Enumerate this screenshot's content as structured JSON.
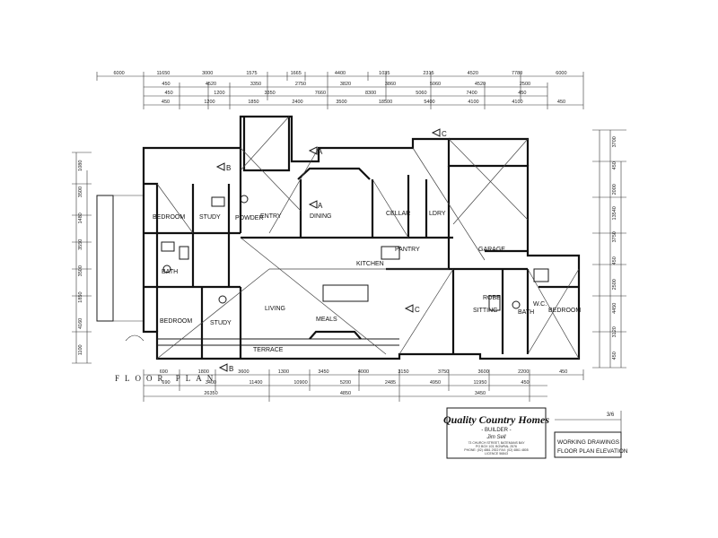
{
  "plan_label": "FLOOR PLAN",
  "rooms": [
    {
      "key": "bedroom1",
      "label": "BEDROOM"
    },
    {
      "key": "study1",
      "label": "STUDY"
    },
    {
      "key": "powder",
      "label": "POWDER"
    },
    {
      "key": "entry",
      "label": "ENTRY"
    },
    {
      "key": "dining",
      "label": "DINING"
    },
    {
      "key": "cellar",
      "label": "CELLAR"
    },
    {
      "key": "ldry",
      "label": "LDRY"
    },
    {
      "key": "garage",
      "label": "GARAGE"
    },
    {
      "key": "bath1",
      "label": "BATH"
    },
    {
      "key": "kitchen",
      "label": "KITCHEN"
    },
    {
      "key": "pantry",
      "label": "PANTRY"
    },
    {
      "key": "bedroom2",
      "label": "BEDROOM"
    },
    {
      "key": "study2",
      "label": "STUDY"
    },
    {
      "key": "living",
      "label": "LIVING"
    },
    {
      "key": "meals",
      "label": "MEALS"
    },
    {
      "key": "terrace",
      "label": "TERRACE"
    },
    {
      "key": "sitting",
      "label": "SITTING"
    },
    {
      "key": "bath2",
      "label": "BATH"
    },
    {
      "key": "wc",
      "label": "W.C."
    },
    {
      "key": "bedroom3",
      "label": "BEDROOM"
    },
    {
      "key": "robe",
      "label": "ROBE"
    }
  ],
  "section_marks": [
    "A",
    "A",
    "B",
    "B",
    "C",
    "C"
  ],
  "top_dims": {
    "row1": [
      "6000",
      "11650",
      "3000",
      "1575",
      "1665",
      "4400",
      "1035",
      "2315",
      "4520",
      "7780",
      "6000"
    ],
    "row2": [
      "450",
      "4520",
      "3350",
      "2750",
      "3820",
      "3860",
      "5060",
      "4520",
      "2500"
    ],
    "row3": [
      "450",
      "1200",
      "3350",
      "7660",
      "8300",
      "5060",
      "7400",
      "450"
    ],
    "row4": [
      "450",
      "1200",
      "1850",
      "2400",
      "3500",
      "18500",
      "5400",
      "4100",
      "4100",
      "450"
    ]
  },
  "bottom_dims": {
    "row1": [
      "690",
      "1800",
      "3600",
      "1300",
      "3450",
      "4000",
      "3150",
      "3750",
      "3600",
      "2200",
      "450"
    ],
    "row2": [
      "690",
      "3400",
      "11400",
      "10900",
      "5200",
      "2485",
      "4950",
      "11950",
      "450"
    ],
    "row3": [
      "26350",
      "4850",
      "3450"
    ]
  },
  "side_dims": {
    "left": [
      "1080",
      "3500",
      "1480",
      "3550",
      "3500",
      "1850",
      "4160",
      "1100"
    ],
    "right": [
      "3700",
      "450",
      "2000",
      "13540",
      "3750",
      "450",
      "2500",
      "4450",
      "3120",
      "450"
    ]
  },
  "title_block": {
    "company": "Quality Country Homes",
    "role": "- BUILDER -",
    "builder": "Jim Sell",
    "address_1": "73 CHURCH STREET, BATEMANS BAY",
    "address_2": "PO BOX 103, BOWRAL 2576",
    "address_3": "PHONE: (02) 4861 2922  FAX: (02) 4861 4805",
    "address_4": "LICENCE 56843"
  },
  "drawing_info": {
    "line1": "WORKING DRAWINGS",
    "line2": "FLOOR PLAN ELEVATION"
  },
  "sheet_no": "3/6"
}
